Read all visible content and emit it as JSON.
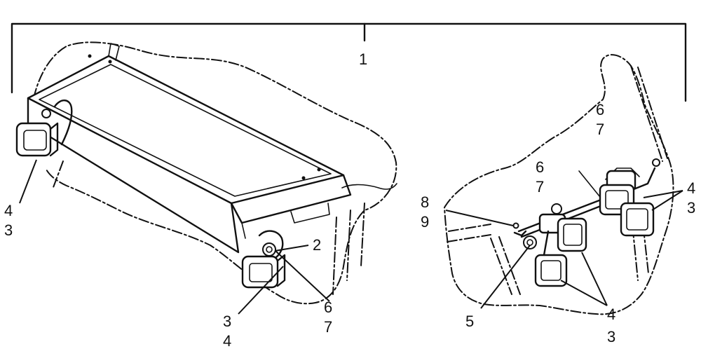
{
  "diagram": {
    "callouts": {
      "top_assembly": "1",
      "left_lamp_a": {
        "top": "4",
        "bottom": "3"
      },
      "left_bracket": "2",
      "left_lamp_b": {
        "top": "3",
        "bottom": "4"
      },
      "left_hardware": {
        "top": "6",
        "bottom": "7"
      },
      "right_hardware_upper": {
        "top": "6",
        "bottom": "7"
      },
      "right_hardware_mid": {
        "top": "6",
        "bottom": "7"
      },
      "right_fastener": {
        "top": "8",
        "bottom": "9"
      },
      "right_lamps_upper": {
        "top": "4",
        "bottom": "3"
      },
      "right_clamp": "5",
      "right_lamps_lower": {
        "top": "4",
        "bottom": "3"
      }
    }
  }
}
